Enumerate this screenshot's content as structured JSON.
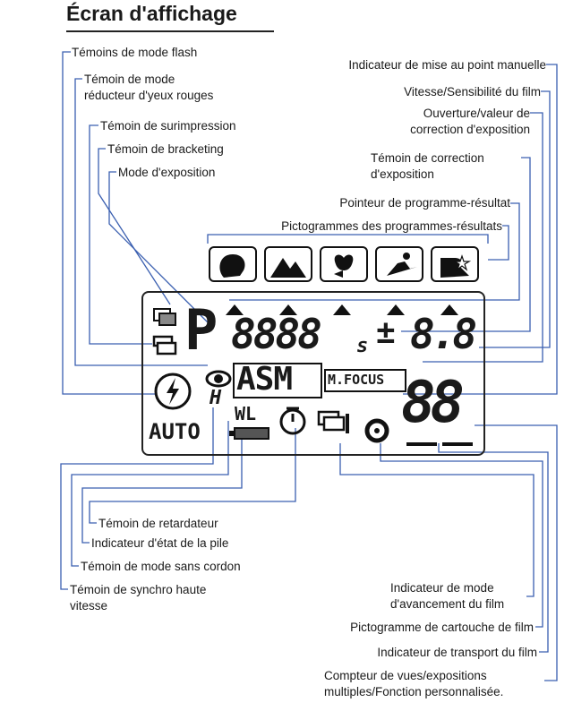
{
  "page": {
    "title": "Écran d'affichage"
  },
  "labels": {
    "flash_mode": "Témoins de mode flash",
    "red_eye": [
      "Témoin de mode",
      "réducteur d'yeux rouges"
    ],
    "double_exposure": "Témoin de surimpression",
    "bracketing": "Témoin de bracketing",
    "exposure_mode": "Mode d'exposition",
    "manual_focus": "Indicateur de mise au point manuelle",
    "speed_iso": "Vitesse/Sensibilité du film",
    "aperture_comp": [
      "Ouverture/valeur de",
      "correction d'exposition"
    ],
    "comp_indicator": [
      "Témoin de correction",
      "d'exposition"
    ],
    "program_pointer": "Pointeur de programme-résultat",
    "program_icons": "Pictogrammes des programmes-résultats",
    "self_timer": "Témoin de retardateur",
    "battery": "Indicateur d'état de la pile",
    "wireless": "Témoin de mode sans cordon",
    "hss": [
      "Témoin de synchro haute",
      "vitesse"
    ],
    "drive_mode": [
      "Indicateur de mode",
      "d'avancement du film"
    ],
    "cartridge": "Pictogramme de cartouche de film",
    "transport": "Indicateur de transport du film",
    "counter": [
      "Compteur de vues/expositions",
      "multiples/Fonction personnalisée."
    ]
  },
  "lcd": {
    "mode_p": "P",
    "shutter": "8888",
    "shutter_unit": "s",
    "plus_minus": "±",
    "aperture": "8.8",
    "asm": "ASM",
    "mfocus": "M.FOCUS",
    "counter": "88",
    "wl": "WL",
    "auto": "AUTO",
    "hss_h": "H"
  }
}
